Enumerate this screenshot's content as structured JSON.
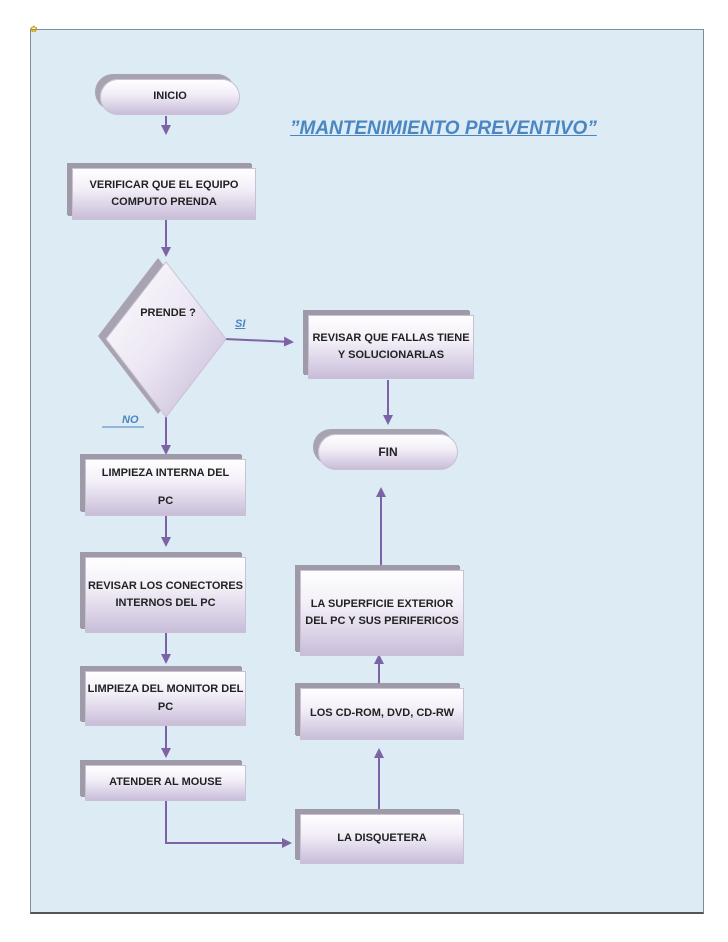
{
  "title": "”MANTENIMIENTO PREVENTIVO”",
  "nodes": {
    "inicio": "INICIO",
    "verificar": "VERIFICAR  QUE  EL  EQUIPO  COMPUTO  PRENDA",
    "prende": "PRENDE ?",
    "revisar_fallas": "REVISAR  QUE FALLAS TIENE Y SOLUCIONARLAS",
    "fin": "FIN",
    "limpieza_interna_1": "LIMPIEZA INTERNA DEL",
    "limpieza_interna_2": "PC",
    "conectores": "REVISAR LOS CONECTORES INTERNOS DEL PC",
    "superficie": "LA SUPERFICIE EXTERIOR DEL PC Y SUS PERIFERICOS",
    "monitor": "LIMPIEZA DEL MONITOR DEL PC",
    "cdrom": "LOS CD-ROM, DVD, CD-RW",
    "mouse": "ATENDER AL MOUSE",
    "disquetera": "LA DISQUETERA"
  },
  "edges": {
    "si": "SI",
    "no": "NO"
  },
  "colors": {
    "arrow": "#7b63a6",
    "title": "#4a86c2",
    "background": "#dcebf4"
  }
}
